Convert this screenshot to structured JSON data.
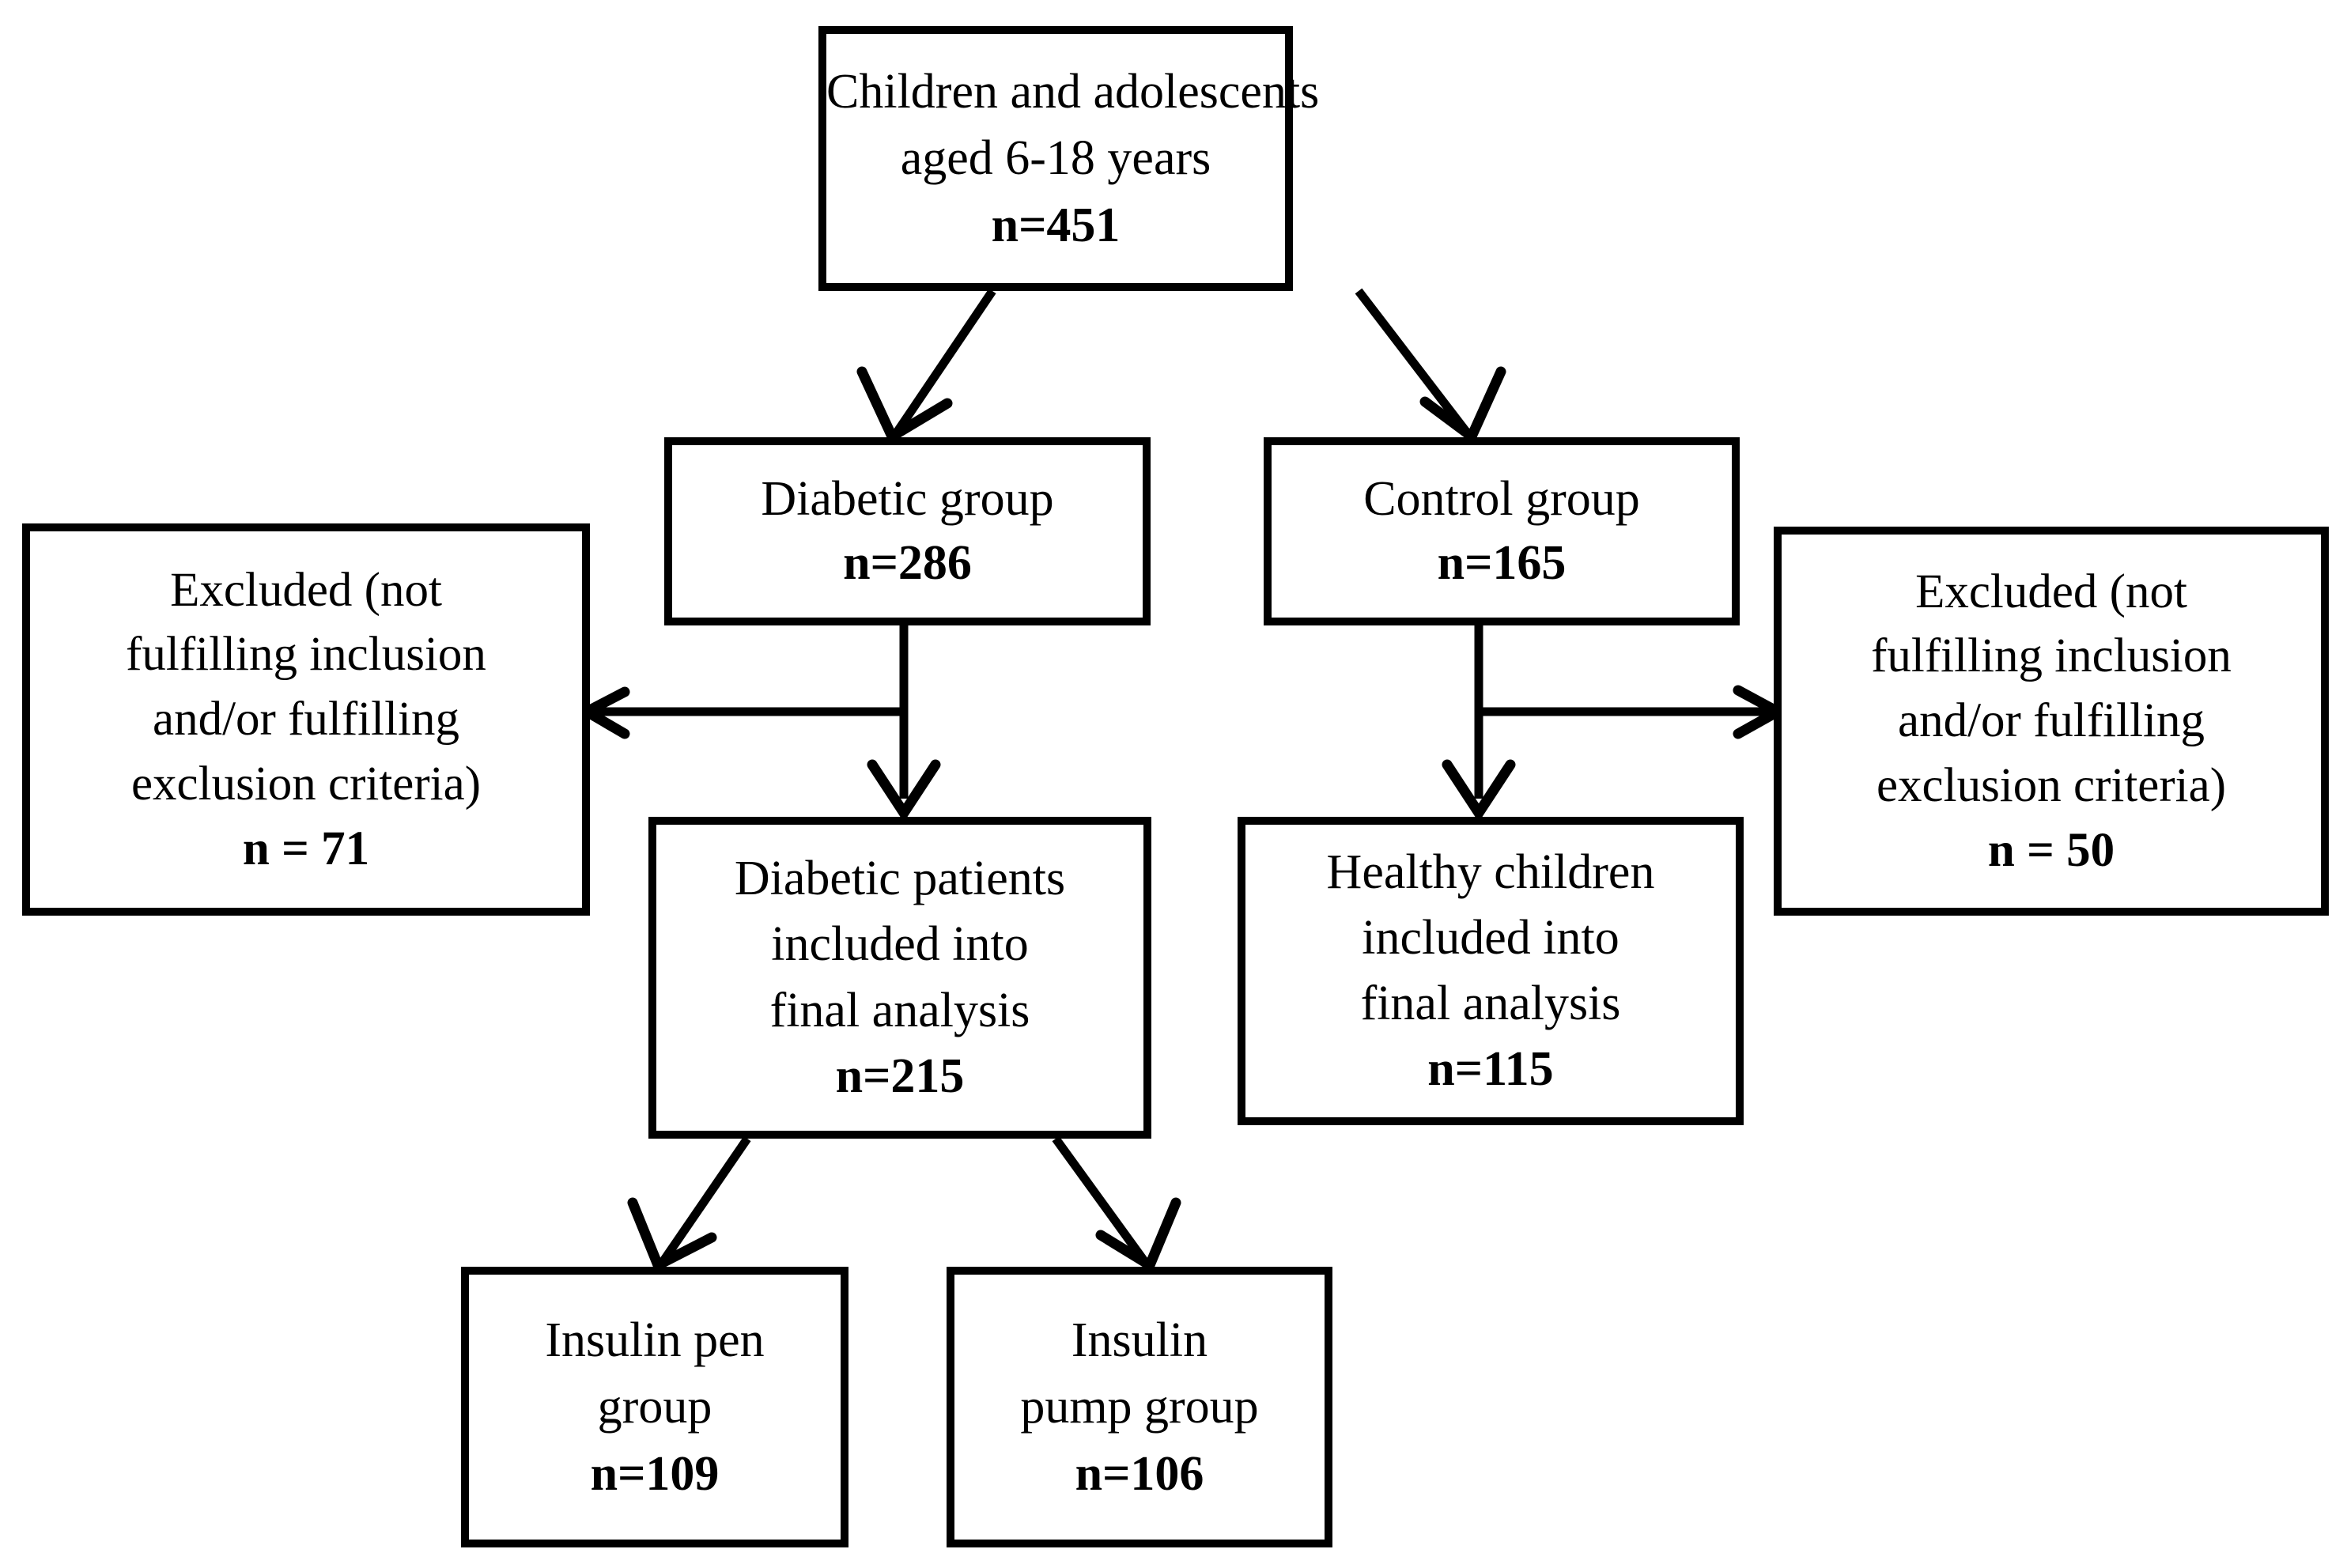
{
  "diagram": {
    "title": "Study participant flow diagram",
    "type": "flowchart",
    "stroke_color": "#000000",
    "background_color": "#ffffff",
    "nodes": {
      "source": {
        "lines": [
          "Children and adolescents",
          "aged 6-18 years"
        ],
        "count": "n=451"
      },
      "diabetic_group": {
        "lines": [
          "Diabetic group"
        ],
        "count": "n=286"
      },
      "control_group": {
        "lines": [
          "Control group"
        ],
        "count": "n=165"
      },
      "excluded_left": {
        "lines": [
          "Excluded (not",
          "fulfilling inclusion",
          "and/or fulfilling",
          "exclusion criteria)"
        ],
        "count": "n = 71"
      },
      "excluded_right": {
        "lines": [
          "Excluded (not",
          "fulfilling inclusion",
          "and/or fulfilling",
          "exclusion criteria)"
        ],
        "count": "n = 50"
      },
      "diabetic_final": {
        "lines": [
          "Diabetic patients",
          "included into",
          "final analysis"
        ],
        "count": "n=215"
      },
      "healthy_final": {
        "lines": [
          "Healthy children",
          "included into",
          "final analysis"
        ],
        "count": "n=115"
      },
      "insulin_pen": {
        "lines": [
          "Insulin pen",
          "group"
        ],
        "count": "n=109"
      },
      "insulin_pump": {
        "lines": [
          "Insulin",
          "pump group"
        ],
        "count": "n=106"
      }
    },
    "edges": [
      {
        "from": "source",
        "to": "diabetic_group",
        "style": "diagonal-arrow"
      },
      {
        "from": "source",
        "to": "control_group",
        "style": "diagonal-arrow"
      },
      {
        "from": "diabetic_group",
        "to": "excluded_left",
        "style": "elbow-left-arrow"
      },
      {
        "from": "diabetic_group",
        "to": "diabetic_final",
        "style": "vertical-arrow"
      },
      {
        "from": "control_group",
        "to": "excluded_right",
        "style": "elbow-right-arrow"
      },
      {
        "from": "control_group",
        "to": "healthy_final",
        "style": "vertical-arrow"
      },
      {
        "from": "diabetic_final",
        "to": "insulin_pen",
        "style": "diagonal-arrow"
      },
      {
        "from": "diabetic_final",
        "to": "insulin_pump",
        "style": "diagonal-arrow"
      }
    ]
  }
}
